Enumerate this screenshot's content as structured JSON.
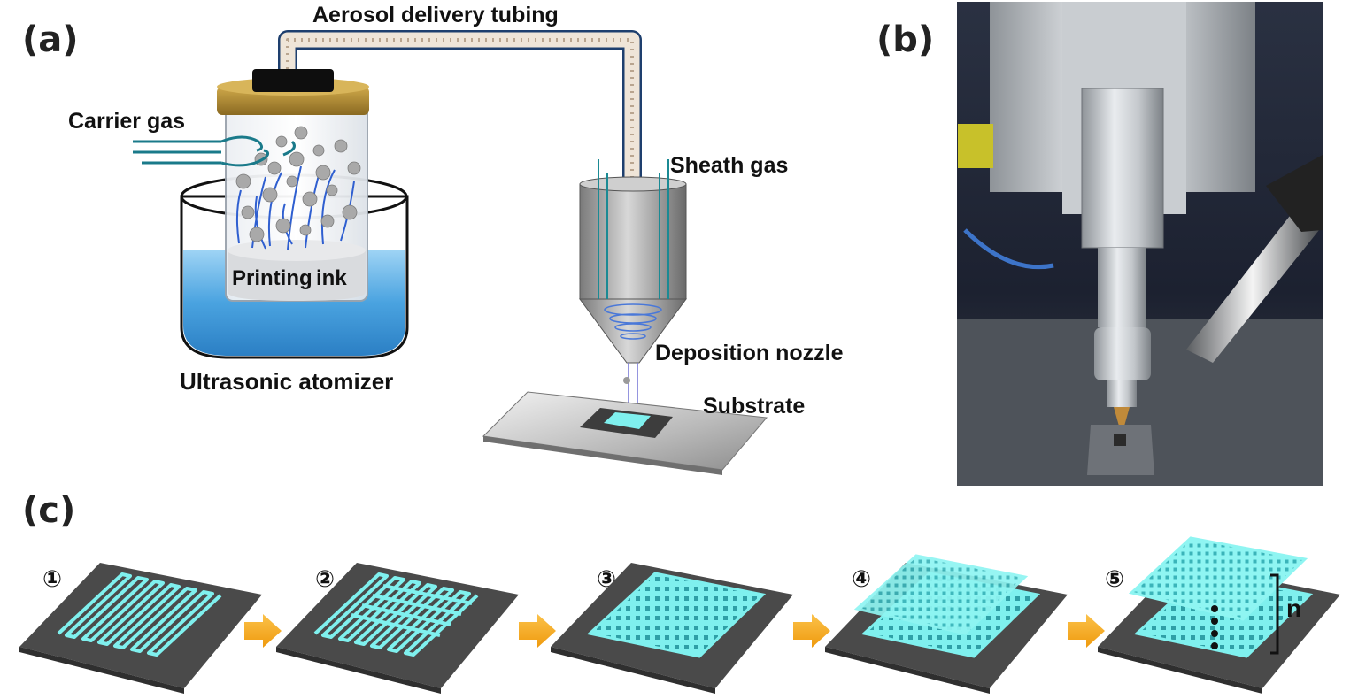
{
  "panel_a": {
    "tag": "(a)",
    "labels": {
      "aerosol_tubing": "Aerosol delivery tubing",
      "carrier_gas": "Carrier gas",
      "sheath_gas": "Sheath gas",
      "printing_ink_1": "Printing",
      "printing_ink_2": "ink",
      "deposition_nozzle": "Deposition nozzle",
      "substrate": "Substrate",
      "atomizer": "Ultrasonic atomizer"
    }
  },
  "panel_b": {
    "tag": "(b)"
  },
  "panel_c": {
    "tag": "(c)",
    "steps": [
      "①",
      "②",
      "③",
      "④",
      "⑤"
    ],
    "layer_count_label": "n"
  },
  "colors": {
    "trace": "#7ff0ee",
    "trace_edge": "#4fc8c8",
    "substrate_dark": "#4a4a4a",
    "arrow": "#f5a81c",
    "water": "#4aa3e0",
    "lid": "#b08a2e",
    "flow": "#2f5fd0"
  }
}
